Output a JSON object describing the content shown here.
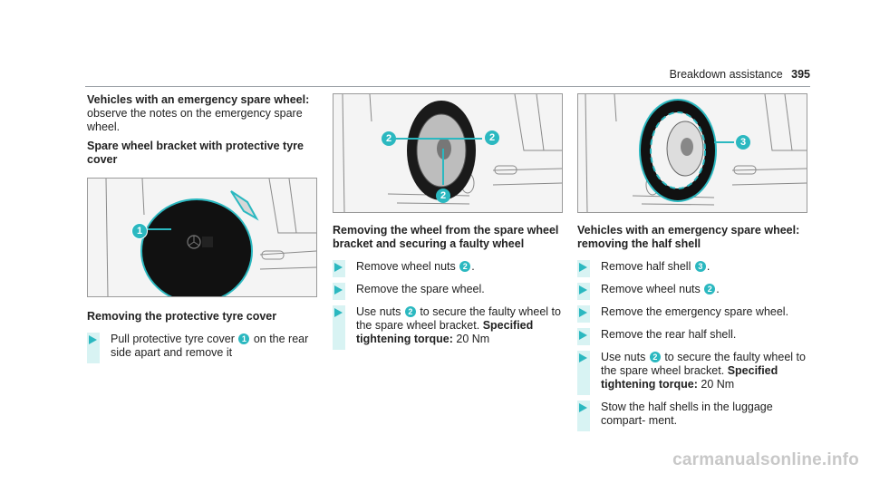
{
  "header": {
    "section": "Breakdown assistance",
    "page": "395"
  },
  "col1": {
    "intro_bold": "Vehicles with an emergency spare wheel:",
    "intro_text": "observe the notes on the emergency spare wheel.",
    "section_title": "Spare wheel bracket with protective tyre cover",
    "figure_callouts": [
      "1"
    ],
    "proc_title": "Removing the protective tyre cover",
    "step1": {
      "pre": "Pull protective tyre cover",
      "ref": "1",
      "post": "on the rear side apart and remove it"
    }
  },
  "col2": {
    "figure_callouts": [
      "2",
      "2",
      "2"
    ],
    "proc_title": "Removing the wheel from the spare wheel bracket and securing a faulty wheel",
    "step1": {
      "pre": "Remove wheel nuts",
      "ref": "2",
      "post": "."
    },
    "step2": {
      "text": "Remove the spare wheel."
    },
    "step3": {
      "pre": "Use nuts",
      "ref": "2",
      "post": "to secure the faulty wheel to the spare wheel bracket.",
      "bold": "Specified tightening torque:",
      "value": "20 Nm"
    }
  },
  "col3": {
    "figure_callouts": [
      "3"
    ],
    "proc_title": "Vehicles with an emergency spare wheel: removing the half shell",
    "step1": {
      "pre": "Remove half shell",
      "ref": "3",
      "post": "."
    },
    "step2": {
      "pre": "Remove wheel nuts",
      "ref": "2",
      "post": "."
    },
    "step3": {
      "text": "Remove the emergency spare wheel."
    },
    "step4": {
      "text": "Remove the rear half shell."
    },
    "step5": {
      "pre": "Use nuts",
      "ref": "2",
      "post": "to secure the faulty wheel to the spare wheel bracket.",
      "bold": "Specified tightening torque:",
      "value": "20 Nm"
    },
    "step6": {
      "text": "Stow the half shells in the luggage compart- ment."
    }
  },
  "watermark": "carmanualsonline.info",
  "colors": {
    "accent": "#2bb8c0",
    "step_bar": "#d8f3f3"
  }
}
